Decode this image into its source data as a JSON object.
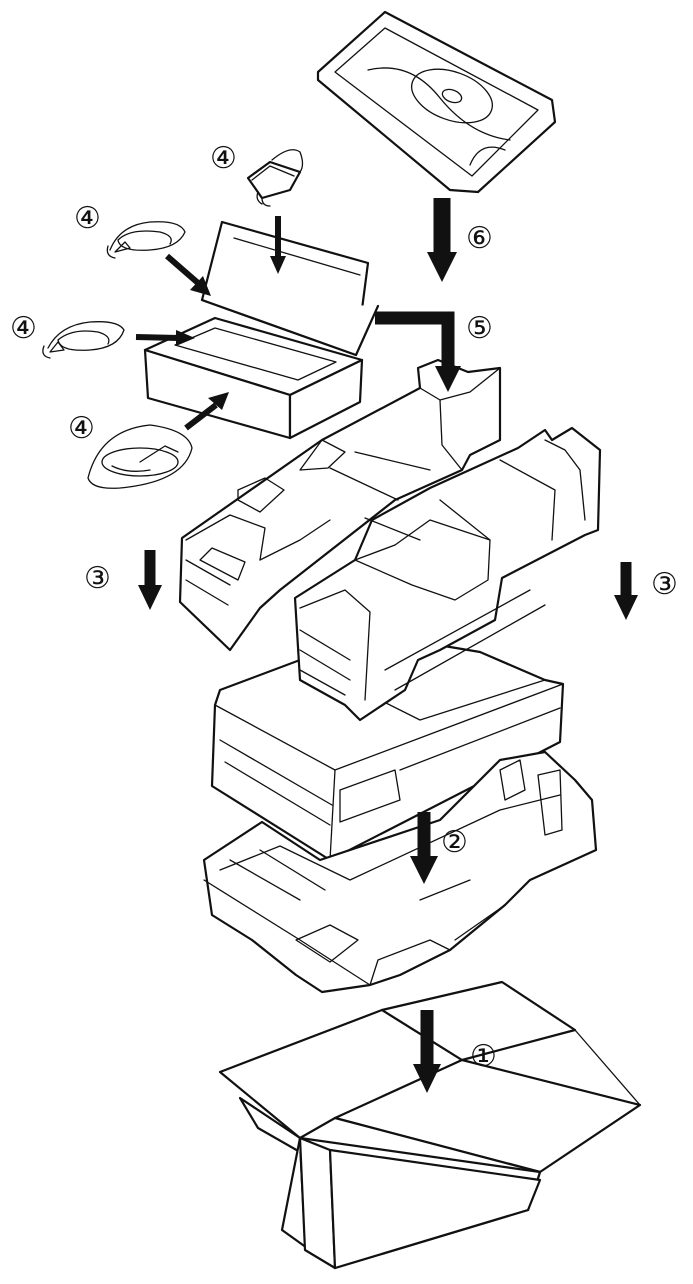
{
  "steps": [
    {
      "id": "step-1",
      "label": "①"
    },
    {
      "id": "step-2",
      "label": "②"
    },
    {
      "id": "step-3-left",
      "label": "③"
    },
    {
      "id": "step-3-right",
      "label": "③"
    },
    {
      "id": "step-4-adapter",
      "label": "④"
    },
    {
      "id": "step-4-cord-a",
      "label": "④"
    },
    {
      "id": "step-4-cord-b",
      "label": "④"
    },
    {
      "id": "step-4-cable",
      "label": "④"
    },
    {
      "id": "step-5",
      "label": "⑤"
    },
    {
      "id": "step-6",
      "label": "⑥"
    }
  ],
  "colors": {
    "line": "#111111",
    "background": "#ffffff"
  }
}
